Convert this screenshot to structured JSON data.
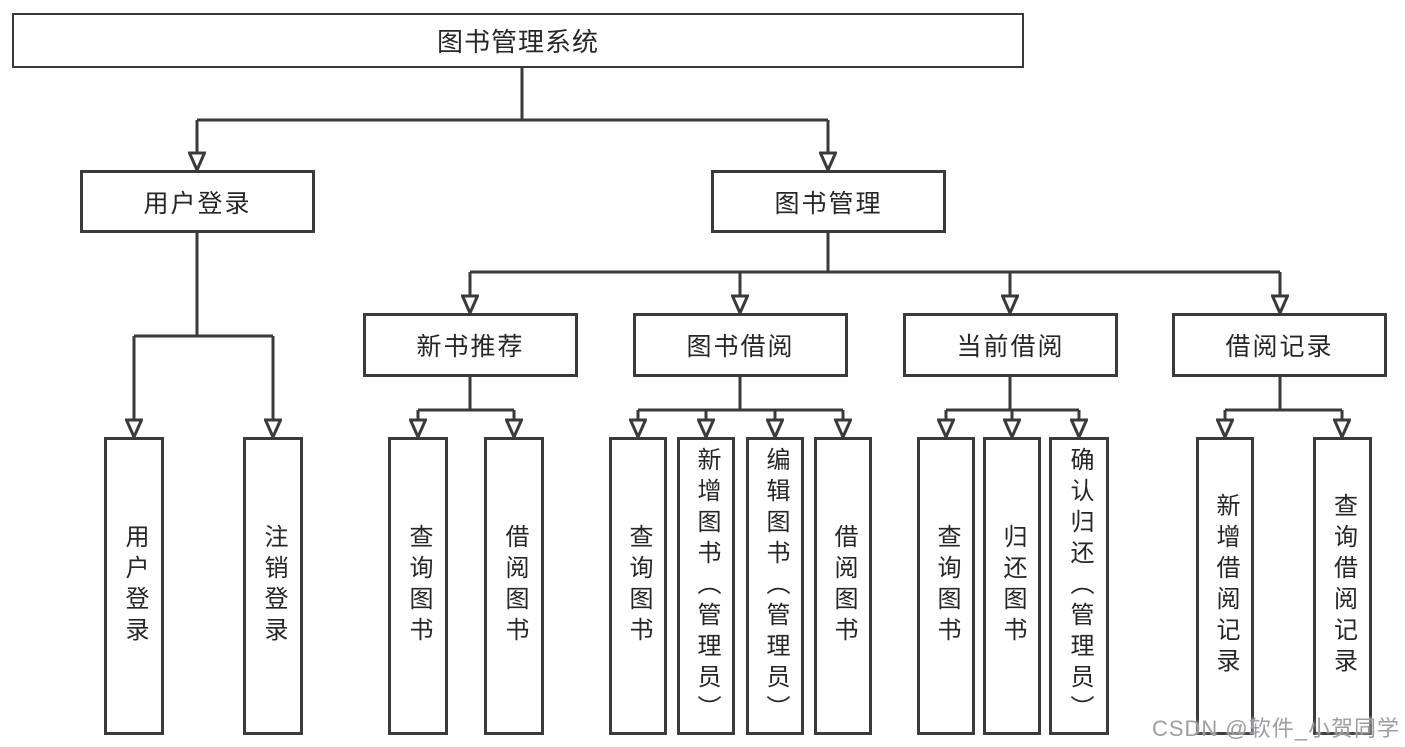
{
  "tree": {
    "root": {
      "label": "图书管理系统"
    },
    "user_login": {
      "label": "用户登录",
      "children": [
        {
          "label": "用户登录"
        },
        {
          "label": "注销登录"
        }
      ]
    },
    "book_management": {
      "label": "图书管理",
      "sections": [
        {
          "label": "新书推荐",
          "children": [
            {
              "label": "查询图书"
            },
            {
              "label": "借阅图书"
            }
          ]
        },
        {
          "label": "图书借阅",
          "children": [
            {
              "label": "查询图书"
            },
            {
              "label": "新增图书（管理员）"
            },
            {
              "label": "编辑图书（管理员）"
            },
            {
              "label": "借阅图书"
            }
          ]
        },
        {
          "label": "当前借阅",
          "children": [
            {
              "label": "查询图书"
            },
            {
              "label": "归还图书"
            },
            {
              "label": "确认归还（管理员）"
            }
          ]
        },
        {
          "label": "借阅记录",
          "children": [
            {
              "label": "新增借阅记录"
            },
            {
              "label": "查询借阅记录"
            }
          ]
        }
      ]
    }
  },
  "watermark": {
    "text": "CSDN @软件_小贺同学",
    "color": "#9e9ea2"
  },
  "colors": {
    "line": "#3a3a3a",
    "box_border": "#3a3a3a",
    "box_fill": "#ffffff",
    "text": "#262626",
    "background": "#ffffff"
  }
}
